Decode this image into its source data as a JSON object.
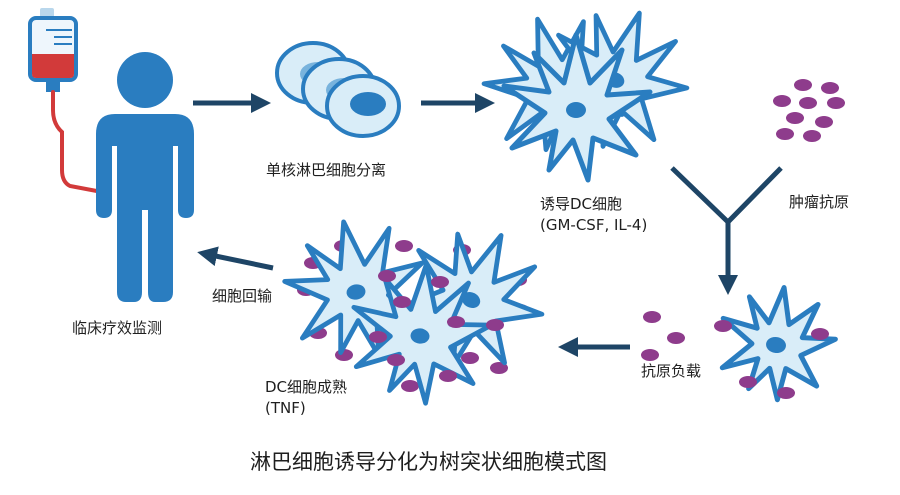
{
  "labels": {
    "pbmc_separation": "单核淋巴细胞分离",
    "dc_induction": "诱导DC细胞",
    "dc_induction_factors": "(GM-CSF, IL-4)",
    "tumor_antigen": "肿瘤抗原",
    "antigen_loading": "抗原负载",
    "dc_maturation": "DC细胞成熟",
    "dc_maturation_factor": "(TNF)",
    "cell_reinfusion": "细胞回输",
    "clinical_monitoring": "临床疗效监测"
  },
  "caption": "淋巴细胞诱导分化为树突状细胞模式图",
  "colors": {
    "blue": "#2a7dc0",
    "light_blue": "#d9edf8",
    "dark_navy": "#1e4566",
    "purple": "#8e3c8c",
    "blood_red": "#d23a3a"
  },
  "icons": [
    "iv-bag-icon",
    "patient-icon",
    "monocyte-cells-icon",
    "dendritic-cell-icon",
    "antigen-particles-icon",
    "arrow-icon"
  ]
}
